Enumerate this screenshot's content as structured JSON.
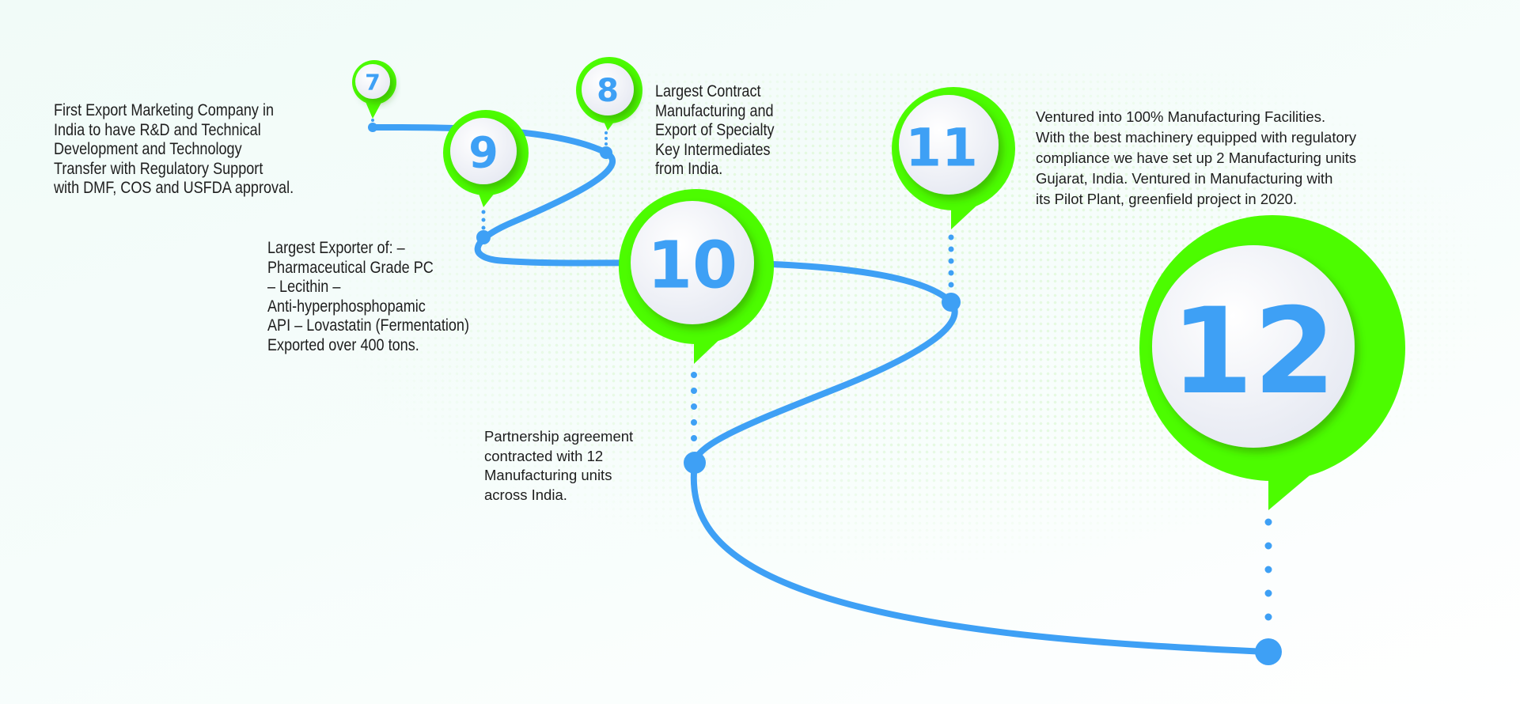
{
  "colors": {
    "accent_green": "#4cfc00",
    "path_blue": "#3ea0f5",
    "number_blue": "#3ea0f5"
  },
  "milestones": [
    {
      "number": "7",
      "text": "First Export Marketing Company in\nIndia to have R&D and Technical\nDevelopment and Technology\nTransfer with Regulatory Support\nwith DMF, COS and USFDA approval."
    },
    {
      "number": "8",
      "text": "Largest Contract\nManufacturing and\nExport of Specialty\nKey Intermediates\nfrom India."
    },
    {
      "number": "9",
      "text": "Largest Exporter of: –\nPharmaceutical Grade PC\n– Lecithin –\nAnti-hyperphosphopamic\nAPI – Lovastatin (Fermentation)\nExported over 400 tons."
    },
    {
      "number": "10",
      "text": "Partnership agreement\ncontracted with 12\nManufacturing units\nacross India."
    },
    {
      "number": "11",
      "text": "Ventured into 100% Manufacturing Facilities.\nWith the best machinery equipped with regulatory\ncompliance we have set up 2 Manufacturing units\nGujarat, India. Ventured in Manufacturing with\nits Pilot Plant, greenfield project in 2020."
    },
    {
      "number": "12",
      "text": ""
    }
  ]
}
